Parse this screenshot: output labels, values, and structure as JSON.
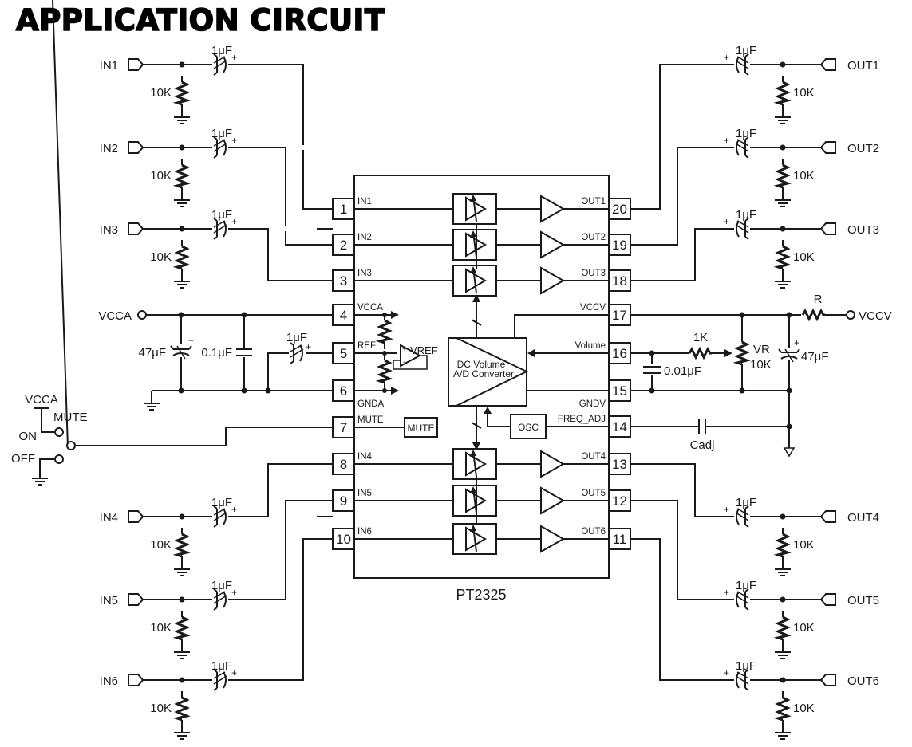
{
  "title": "APPLICATION CIRCUIT",
  "chip": {
    "name": "PT2325",
    "blocks": {
      "converter_line1": "DC Volume",
      "converter_line2": "A/D Converter",
      "osc": "OSC",
      "mute": "MUTE",
      "vref": "VREF"
    },
    "pins": [
      {
        "num": "1",
        "label": "IN1"
      },
      {
        "num": "2",
        "label": "IN2"
      },
      {
        "num": "3",
        "label": "IN3"
      },
      {
        "num": "4",
        "label": "VCCA"
      },
      {
        "num": "5",
        "label": "REF"
      },
      {
        "num": "6",
        "label": "GNDA"
      },
      {
        "num": "7",
        "label": "MUTE"
      },
      {
        "num": "8",
        "label": "IN4"
      },
      {
        "num": "9",
        "label": "IN5"
      },
      {
        "num": "10",
        "label": "IN6"
      },
      {
        "num": "11",
        "label": "OUT6"
      },
      {
        "num": "12",
        "label": "OUT5"
      },
      {
        "num": "13",
        "label": "OUT4"
      },
      {
        "num": "14",
        "label": "FREQ_ADJ"
      },
      {
        "num": "15",
        "label": "GNDV"
      },
      {
        "num": "16",
        "label": "Volume"
      },
      {
        "num": "17",
        "label": "VCCV"
      },
      {
        "num": "18",
        "label": "OUT3"
      },
      {
        "num": "19",
        "label": "OUT2"
      },
      {
        "num": "20",
        "label": "OUT1"
      }
    ]
  },
  "inputs": [
    {
      "name": "IN1",
      "cap": "1μF",
      "res": "10K",
      "pin": "1"
    },
    {
      "name": "IN2",
      "cap": "1μF",
      "res": "10K",
      "pin": "2"
    },
    {
      "name": "IN3",
      "cap": "1μF",
      "res": "10K",
      "pin": "3"
    },
    {
      "name": "IN4",
      "cap": "1μF",
      "res": "10K",
      "pin": "8"
    },
    {
      "name": "IN5",
      "cap": "1μF",
      "res": "10K",
      "pin": "9"
    },
    {
      "name": "IN6",
      "cap": "1μF",
      "res": "10K",
      "pin": "10"
    }
  ],
  "outputs": [
    {
      "name": "OUT1",
      "cap": "1μF",
      "res": "10K",
      "pin": "20"
    },
    {
      "name": "OUT2",
      "cap": "1μF",
      "res": "10K",
      "pin": "19"
    },
    {
      "name": "OUT3",
      "cap": "1μF",
      "res": "10K",
      "pin": "18"
    },
    {
      "name": "OUT4",
      "cap": "1μF",
      "res": "10K",
      "pin": "13"
    },
    {
      "name": "OUT5",
      "cap": "1μF",
      "res": "10K",
      "pin": "12"
    },
    {
      "name": "OUT6",
      "cap": "1μF",
      "res": "10K",
      "pin": "11"
    }
  ],
  "supply_left": {
    "terminal": "VCCA",
    "cap_electrolytic": "47μF",
    "cap_ceramic": "0.1μF",
    "ref_cap": "1μF",
    "plus": "+"
  },
  "mute_switch": {
    "supply": "VCCA",
    "label": "MUTE",
    "on": "ON",
    "off": "OFF"
  },
  "supply_right": {
    "terminal": "VCCV",
    "series_res": "R",
    "cap_electrolytic": "47μF",
    "pot_name": "VR",
    "pot_value": "10K",
    "volume_res": "1K",
    "volume_cap": "0.01μF",
    "freq_cap": "Cadj",
    "plus": "+"
  },
  "plus_sign": "+"
}
